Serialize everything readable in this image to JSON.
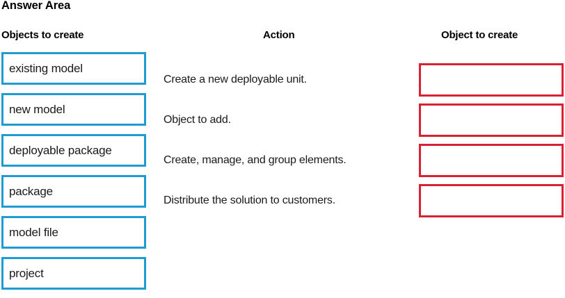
{
  "title": "Answer Area",
  "headers": {
    "left": "Objects to create",
    "middle": "Action",
    "right": "Object to create"
  },
  "colors": {
    "source_border": "#1f9bd4",
    "dropzone_border": "#d62232",
    "text": "#1a1a1a",
    "background": "#ffffff"
  },
  "source_items": [
    {
      "label": "existing model"
    },
    {
      "label": "new model"
    },
    {
      "label": "deployable package"
    },
    {
      "label": "package"
    },
    {
      "label": "model file"
    },
    {
      "label": "project"
    }
  ],
  "actions": [
    {
      "text": "Create a new deployable unit."
    },
    {
      "text": "Object to add."
    },
    {
      "text": "Create, manage, and group elements."
    },
    {
      "text": "Distribute the solution to customers."
    }
  ],
  "dropzones": [
    {
      "value": ""
    },
    {
      "value": ""
    },
    {
      "value": ""
    },
    {
      "value": ""
    }
  ]
}
